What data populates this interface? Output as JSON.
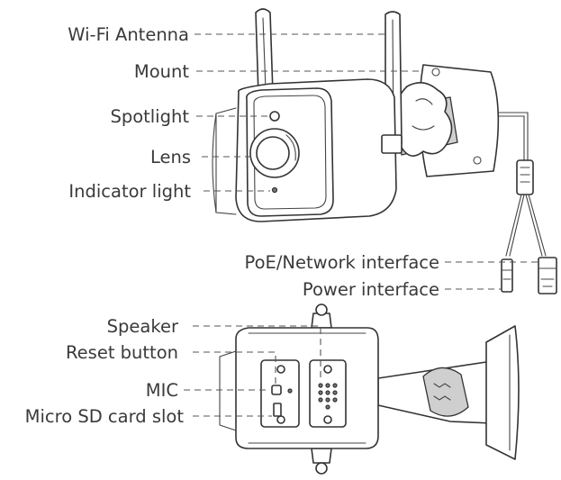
{
  "labels": {
    "wifi_antenna": "Wi-Fi Antenna",
    "mount": "Mount",
    "spotlight": "Spotlight",
    "lens": "Lens",
    "indicator_light": "Indicator light",
    "poe_network_interface": "PoE/Network interface",
    "power_interface": "Power interface",
    "speaker": "Speaker",
    "reset_button": "Reset button",
    "mic": "MIC",
    "micro_sd_card_slot": "Micro SD card slot"
  },
  "colors": {
    "line": "#333333",
    "text": "#3a3a3a",
    "background": "#ffffff"
  }
}
